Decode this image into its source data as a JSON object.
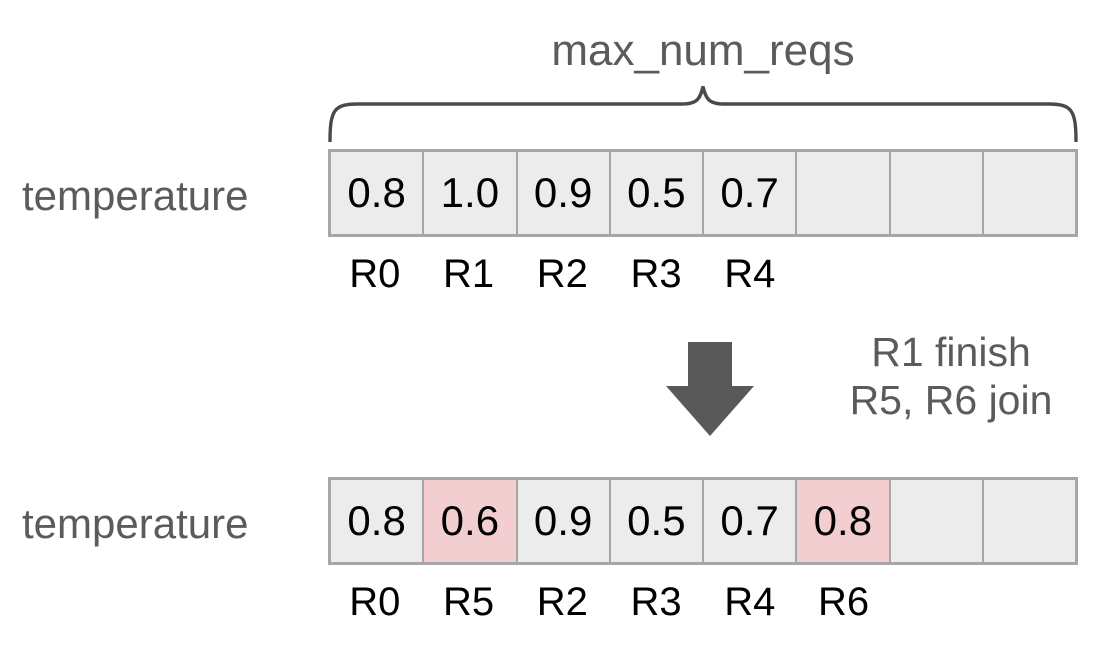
{
  "diagram": {
    "capacity_label": "max_num_reqs",
    "num_slots": 8,
    "colors": {
      "cell_fill": "#ececec",
      "cell_border": "#a6a6a6",
      "highlight_fill": "#f2ced0",
      "label_gray": "#5b5b5b",
      "value_black": "#000000",
      "arrow_gray": "#595959",
      "background": "#ffffff"
    },
    "before": {
      "row_label": "temperature",
      "cells": [
        {
          "value": "0.8",
          "request_id": "R0",
          "highlighted": false,
          "empty": false
        },
        {
          "value": "1.0",
          "request_id": "R1",
          "highlighted": false,
          "empty": false
        },
        {
          "value": "0.9",
          "request_id": "R2",
          "highlighted": false,
          "empty": false
        },
        {
          "value": "0.5",
          "request_id": "R3",
          "highlighted": false,
          "empty": false
        },
        {
          "value": "0.7",
          "request_id": "R4",
          "highlighted": false,
          "empty": false
        },
        {
          "value": "",
          "request_id": "",
          "highlighted": false,
          "empty": true
        },
        {
          "value": "",
          "request_id": "",
          "highlighted": false,
          "empty": true
        },
        {
          "value": "",
          "request_id": "",
          "highlighted": false,
          "empty": true
        }
      ]
    },
    "transition": {
      "arrow_icon": "arrow-down-icon",
      "lines": [
        "R1 finish",
        "R5, R6 join"
      ]
    },
    "after": {
      "row_label": "temperature",
      "cells": [
        {
          "value": "0.8",
          "request_id": "R0",
          "highlighted": false,
          "empty": false
        },
        {
          "value": "0.6",
          "request_id": "R5",
          "highlighted": true,
          "empty": false
        },
        {
          "value": "0.9",
          "request_id": "R2",
          "highlighted": false,
          "empty": false
        },
        {
          "value": "0.5",
          "request_id": "R3",
          "highlighted": false,
          "empty": false
        },
        {
          "value": "0.7",
          "request_id": "R4",
          "highlighted": false,
          "empty": false
        },
        {
          "value": "0.8",
          "request_id": "R6",
          "highlighted": true,
          "empty": false
        },
        {
          "value": "",
          "request_id": "",
          "highlighted": false,
          "empty": true
        },
        {
          "value": "",
          "request_id": "",
          "highlighted": false,
          "empty": true
        }
      ]
    }
  }
}
